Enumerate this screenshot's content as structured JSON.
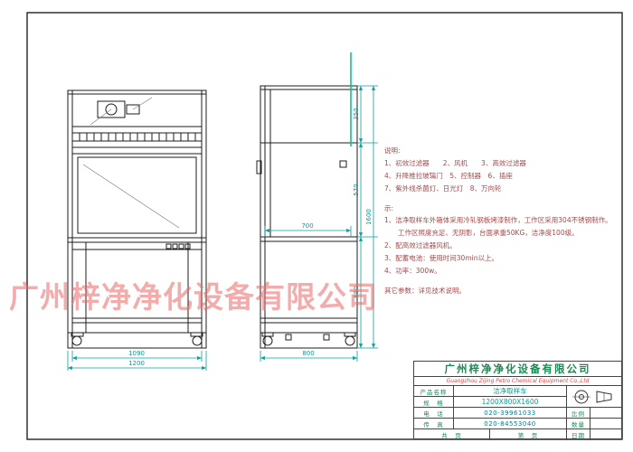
{
  "watermark": {
    "text": "广州梓净净化设备有限公司",
    "color": "#e96a6a"
  },
  "notes": {
    "heading": "说明:",
    "parts_lines": [
      "1、初效过滤器　　2、风机　　3、高效过滤器",
      "4、升降推拉玻璃门　5、控制器　6、插座",
      "7、紫外线杀菌灯、日光灯　8、万向轮"
    ],
    "remark_heading": "示:",
    "remark_lines": [
      "1、洁净取样车外箱体采用冷轧钢板烤漆制作，工作区采用304不锈钢制作。",
      "　　工作区照度充足、无阴影，台面承重50KG，洁净度100级。",
      "2、配高效过滤器风机。",
      "3、配蓄电池：使用时间30min以上。",
      "4、功率：300w。"
    ],
    "footer": "其它参数：详见技术说明。"
  },
  "dimensions": {
    "front_inner_width": "1090",
    "front_overall_width": "1200",
    "side_overall_depth": "800",
    "worktop_depth": "700",
    "height_top": "350",
    "height_mid": "570",
    "height_bottom": "680",
    "height_overall": "1600"
  },
  "titleblock": {
    "company_cn": "广州梓净净化设备有限公司",
    "company_en": "Guangzhou Zijing Petro Chemical Equipment Co.,Ltd",
    "product_label": "产品名称",
    "product_value": "洁净取样车",
    "spec_label": "规　格",
    "spec_value": "1200X800X1600",
    "tel_label": "电　话",
    "tel_value": "020-39961033",
    "fax_label": "传　真",
    "fax_value": "020-84553040",
    "scale_label": "比例",
    "qty_label": "数量",
    "date_label": "日期",
    "pages_total_label": "共　页",
    "pages_no_label": "第　页"
  }
}
